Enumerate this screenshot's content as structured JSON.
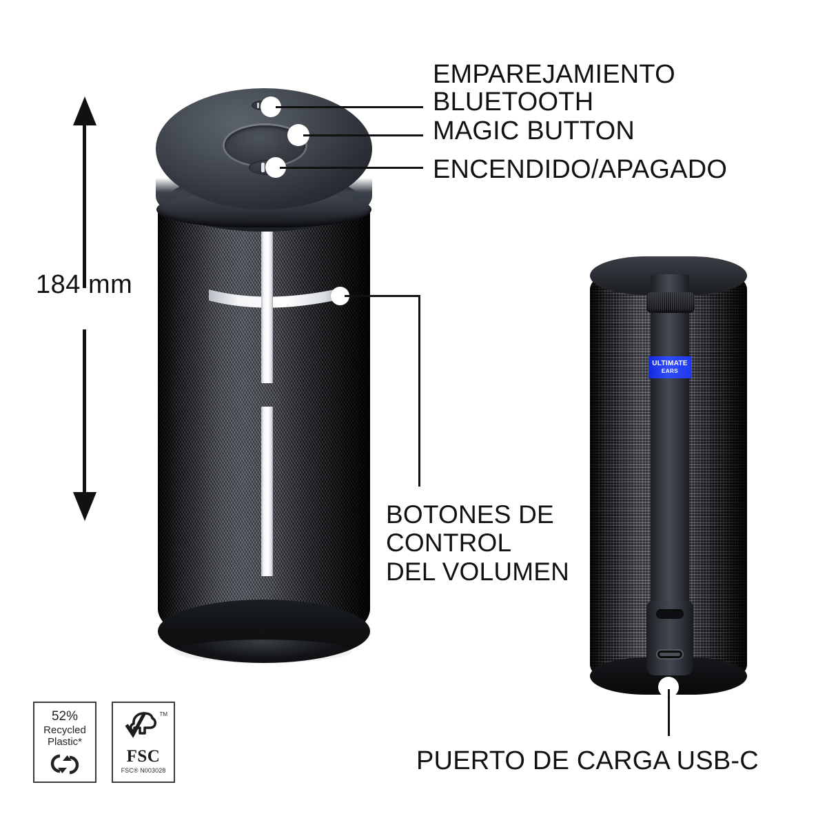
{
  "product": {
    "brand": "ULTIMATE EARS",
    "brand_line1": "ULTIMATE",
    "brand_line2": "EARS",
    "brand_badge_color": "#2338e6"
  },
  "dimension": {
    "height_label": "184 mm",
    "arrow_name": "height-dimension-arrow"
  },
  "callouts": [
    {
      "id": "bluetooth-pairing",
      "label": "EMPAREJAMIENTO\nBLUETOOTH",
      "target": "bluetooth-button"
    },
    {
      "id": "magic-button",
      "label": "MAGIC BUTTON",
      "target": "magic-button"
    },
    {
      "id": "power",
      "label": "ENCENDIDO/APAGADO",
      "target": "power-button"
    },
    {
      "id": "volume",
      "label": "BOTONES DE\nCONTROL\nDEL VOLUMEN",
      "target": "volume-buttons"
    },
    {
      "id": "usb-c",
      "label": "PUERTO DE CARGA USB-C",
      "target": "usb-c-port"
    }
  ],
  "badges": [
    {
      "id": "recycled-plastic",
      "percent": "52%",
      "line2": "Recycled",
      "line3": "Plastic*",
      "icon": "recycle-icon"
    },
    {
      "id": "fsc",
      "name": "FSC",
      "code": "FSC® N003028",
      "trademark": "TM",
      "icon": "fsc-tree-icon"
    }
  ],
  "colors": {
    "background": "#ffffff",
    "text": "#111111",
    "mesh_dark": "#0a0a0b",
    "plastic_grey": "#4a5058",
    "accent_blue": "#2338e6"
  }
}
